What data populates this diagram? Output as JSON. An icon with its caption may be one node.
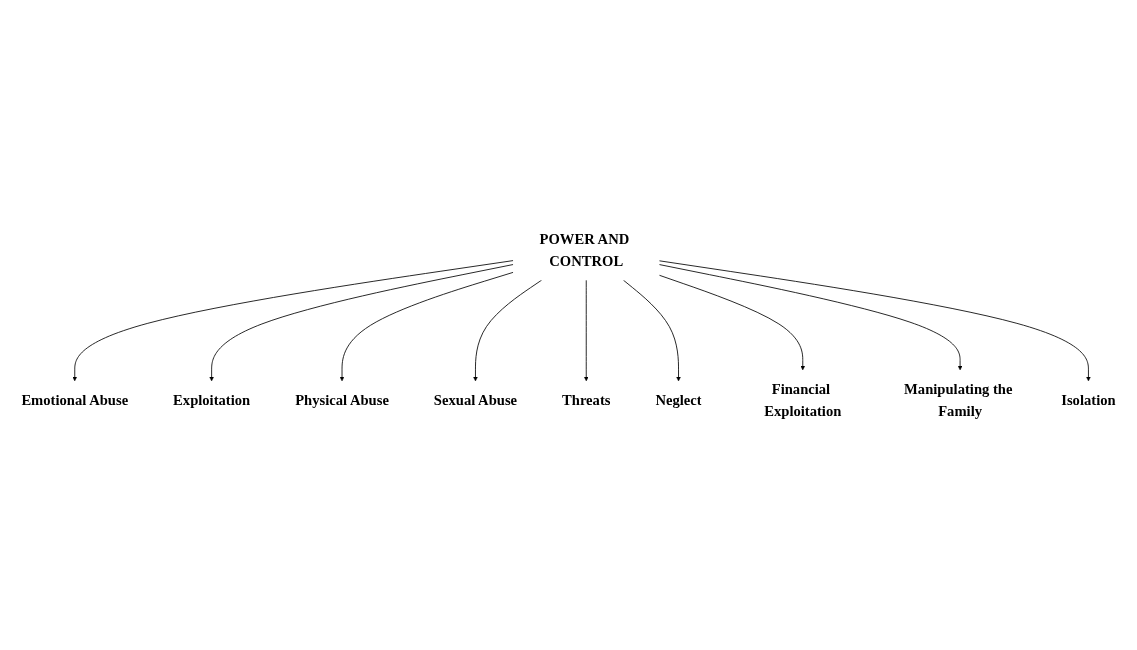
{
  "diagram": {
    "nodes": [
      {
        "text": [
          "POWER AND CONTROL"
        ]
      },
      {
        "text": [
          "Exploitation"
        ]
      },
      {
        "text": [
          "Physical Abuse"
        ]
      },
      {
        "text": [
          "Emotional Abuse"
        ]
      },
      {
        "text": [
          "Sexual Abuse"
        ]
      },
      {
        "text": [
          "Threats"
        ]
      },
      {
        "text": [
          "Neglect"
        ]
      },
      {
        "text": [
          "Financial Exploitation"
        ]
      },
      {
        "text": [
          "Isolation"
        ]
      },
      {
        "text": [
          "Manipulating the Family"
        ]
      }
    ],
    "edges": [
      {
        "from": 0,
        "to": 3,
        "arrow": "to"
      },
      {
        "from": 0,
        "to": 1,
        "arrow": "to"
      },
      {
        "from": 0,
        "to": 2,
        "arrow": "to"
      },
      {
        "from": 0,
        "to": 4,
        "arrow": "to"
      },
      {
        "from": 0,
        "to": 5,
        "arrow": "to"
      },
      {
        "from": 0,
        "to": 6,
        "arrow": "to"
      },
      {
        "from": 0,
        "to": 7,
        "arrow": "to"
      },
      {
        "from": 0,
        "to": 9,
        "arrow": "to"
      },
      {
        "from": 0,
        "to": 8,
        "arrow": "to"
      }
    ]
  }
}
